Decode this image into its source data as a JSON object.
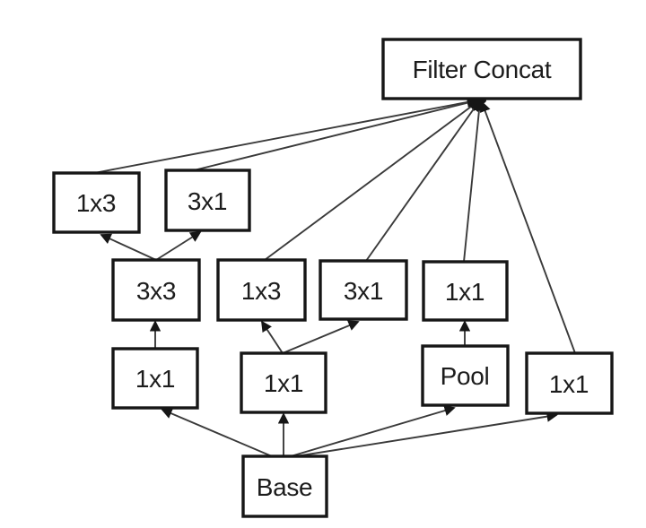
{
  "diagram": {
    "type": "inception-module-block-diagram",
    "nodes": [
      {
        "id": "filter-concat",
        "label": "Filter Concat"
      },
      {
        "id": "branch1-1x3-top",
        "label": "1x3"
      },
      {
        "id": "branch1-3x1-top",
        "label": "3x1"
      },
      {
        "id": "branch1-3x3",
        "label": "3x3"
      },
      {
        "id": "branch2-1x3",
        "label": "1x3"
      },
      {
        "id": "branch2-3x1",
        "label": "3x1"
      },
      {
        "id": "branch3-1x1",
        "label": "1x1"
      },
      {
        "id": "branch1-1x1",
        "label": "1x1"
      },
      {
        "id": "branch2-1x1",
        "label": "1x1"
      },
      {
        "id": "pool",
        "label": "Pool"
      },
      {
        "id": "branch4-1x1",
        "label": "1x1"
      },
      {
        "id": "base",
        "label": "Base"
      }
    ],
    "edges": [
      {
        "from": "base",
        "to": "branch1-1x1"
      },
      {
        "from": "base",
        "to": "branch2-1x1"
      },
      {
        "from": "base",
        "to": "pool"
      },
      {
        "from": "base",
        "to": "branch4-1x1"
      },
      {
        "from": "branch1-1x1",
        "to": "branch1-3x3"
      },
      {
        "from": "branch1-3x3",
        "to": "branch1-1x3-top"
      },
      {
        "from": "branch1-3x3",
        "to": "branch1-3x1-top"
      },
      {
        "from": "branch2-1x1",
        "to": "branch2-1x3"
      },
      {
        "from": "branch2-1x1",
        "to": "branch2-3x1"
      },
      {
        "from": "pool",
        "to": "branch3-1x1"
      },
      {
        "from": "branch1-1x3-top",
        "to": "filter-concat"
      },
      {
        "from": "branch1-3x1-top",
        "to": "filter-concat"
      },
      {
        "from": "branch2-1x3",
        "to": "filter-concat"
      },
      {
        "from": "branch2-3x1",
        "to": "filter-concat"
      },
      {
        "from": "branch3-1x1",
        "to": "filter-concat"
      },
      {
        "from": "branch4-1x1",
        "to": "filter-concat"
      }
    ],
    "colors": {
      "background": "#ffffff",
      "box_fill": "#ffffff",
      "box_border": "#161616",
      "line": "#3a3a3a",
      "text": "#1c1c1c"
    }
  }
}
